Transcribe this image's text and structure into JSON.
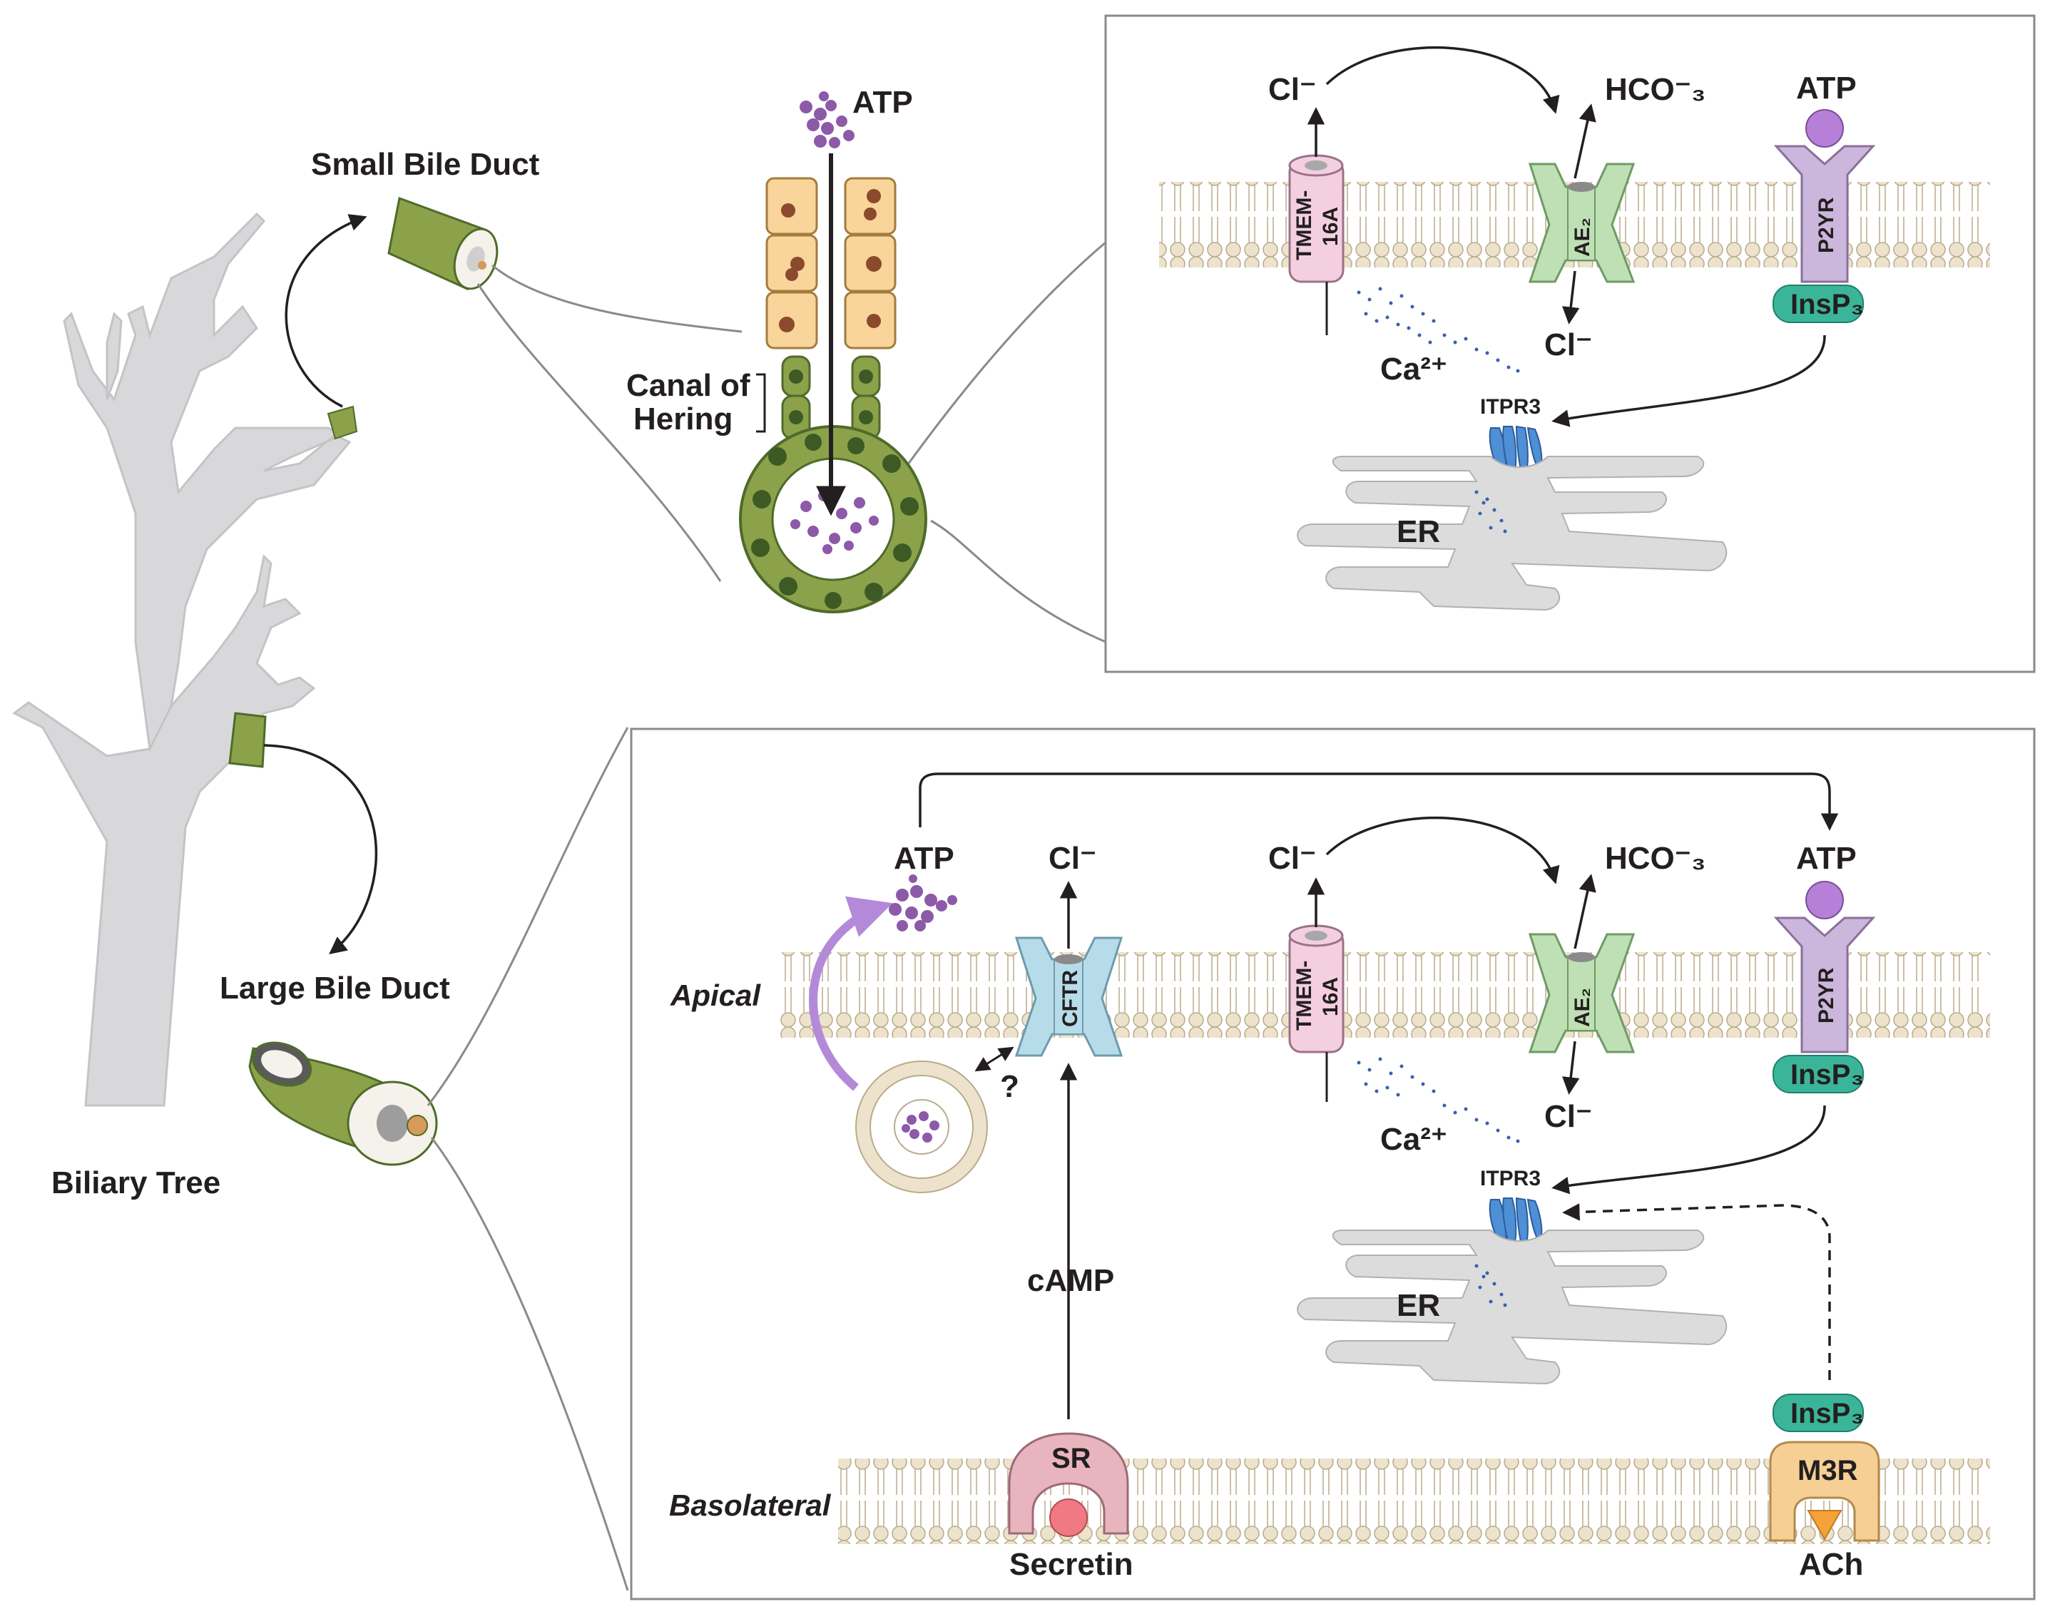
{
  "left": {
    "biliary_tree": "Biliary Tree",
    "small_bile_duct": "Small Bile Duct",
    "large_bile_duct": "Large Bile Duct",
    "canal_line1": "Canal of",
    "canal_line2": "Hering",
    "atp": "ATP"
  },
  "top_panel": {
    "cl_apical": "Cl⁻",
    "hco3": "HCO⁻₃",
    "atp": "ATP",
    "tmem_line1": "TMEM-",
    "tmem_line2": "16A",
    "ae2": "AE₂",
    "p2yr": "P2YR",
    "insp3": "InsP₃",
    "cl_inner": "Cl⁻",
    "ca": "Ca²⁺",
    "itpr3": "ITPR3",
    "er": "ER"
  },
  "bottom_panel": {
    "apical": "Apical",
    "basolateral": "Basolateral",
    "atp_left": "ATP",
    "cl_cftr": "Cl⁻",
    "cftr": "CFTR",
    "question": "?",
    "camp": "cAMP",
    "sr": "SR",
    "secretin": "Secretin",
    "cl_apical": "Cl⁻",
    "hco3": "HCO⁻₃",
    "atp_right": "ATP",
    "tmem_line1": "TMEM-",
    "tmem_line2": "16A",
    "ae2": "AE₂",
    "p2yr": "P2YR",
    "insp3_top": "InsP₃",
    "cl_inner": "Cl⁻",
    "ca": "Ca²⁺",
    "itpr3": "ITPR3",
    "er": "ER",
    "insp3_bottom": "InsP₃",
    "m3r": "M3R",
    "ach": "ACh"
  },
  "colors": {
    "duct_green": "#8ba24a",
    "duct_dark": "#4f6b2a",
    "hepatocyte": "#f9d49b",
    "atp_purple": "#8c5aa8",
    "membrane": "#ede3cc",
    "tmem_pink": "#f4cfe0",
    "ae2_green": "#bfe0b4",
    "p2yr_lilac": "#cbb6dc",
    "insp3_teal": "#3bb59a",
    "cftr_blue": "#b6dcea",
    "sr_pink": "#e8b4be",
    "m3r_orange": "#f6cf95",
    "itpr3_blue": "#4f8fd6",
    "er_gray": "#dcdcdc",
    "tree_gray": "#d8d8da"
  }
}
